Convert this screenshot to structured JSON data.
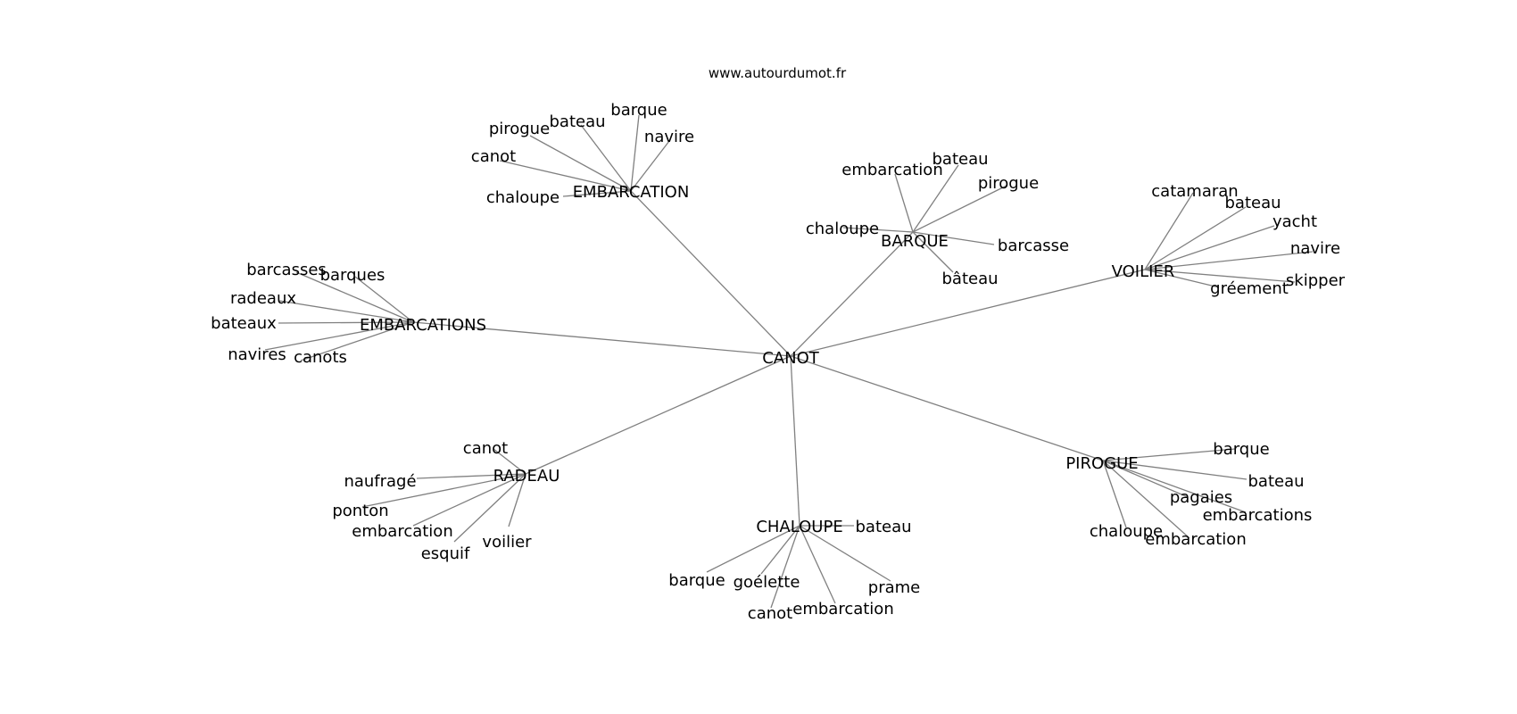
{
  "source": "www.autourdumot.fr",
  "graph": {
    "center": "CANOT",
    "hubs": [
      {
        "label": "EMBARCATION",
        "leaves": [
          "chaloupe",
          "canot",
          "pirogue",
          "bateau",
          "barque",
          "navire"
        ]
      },
      {
        "label": "BARQUE",
        "leaves": [
          "embarcation",
          "bateau",
          "pirogue",
          "chaloupe",
          "barcasse",
          "bâteau"
        ]
      },
      {
        "label": "VOILIER",
        "leaves": [
          "catamaran",
          "bateau",
          "yacht",
          "navire",
          "skipper",
          "gréement"
        ]
      },
      {
        "label": "EMBARCATIONS",
        "leaves": [
          "barcasses",
          "barques",
          "radeaux",
          "bateaux",
          "navires",
          "canots"
        ]
      },
      {
        "label": "PIROGUE",
        "leaves": [
          "barque",
          "bateau",
          "pagaies",
          "embarcations",
          "chaloupe",
          "embarcation"
        ]
      },
      {
        "label": "RADEAU",
        "leaves": [
          "canot",
          "naufragé",
          "ponton",
          "embarcation",
          "esquif",
          "voilier"
        ]
      },
      {
        "label": "CHALOUPE",
        "leaves": [
          "bateau",
          "barque",
          "goélette",
          "canot",
          "embarcation",
          "prame"
        ]
      }
    ]
  }
}
